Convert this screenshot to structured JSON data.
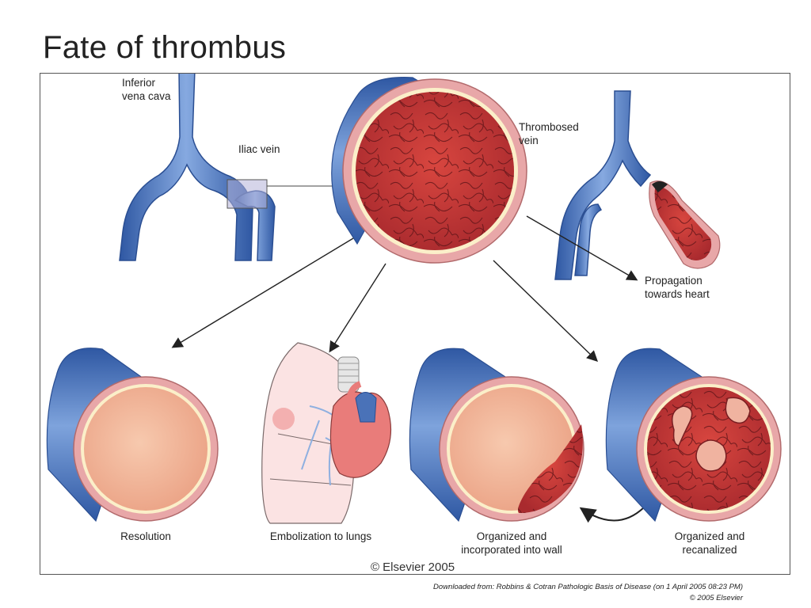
{
  "slide": {
    "title": "Fate of thrombus"
  },
  "labels": {
    "inferior_vena_cava": [
      "Inferior",
      "vena cava"
    ],
    "iliac_vein": "Iliac vein",
    "thrombosed_vein": [
      "Thrombosed",
      "vein"
    ],
    "propagation": [
      "Propagation",
      "towards heart"
    ],
    "resolution": "Resolution",
    "embolization": "Embolization to lungs",
    "organized_wall": [
      "Organized and",
      "incorporated into wall"
    ],
    "organized_recanalized": [
      "Organized and",
      "recanalized"
    ]
  },
  "figure_copyright": "© Elsevier 2005",
  "source": {
    "downloaded": "Downloaded from: Robbins & Cotran Pathologic Basis of Disease (on 1 April 2005 08:23 PM)",
    "copyright": "© 2005 Elsevier"
  },
  "colors": {
    "vein_blue": "#4a72b8",
    "thrombus_red": "#c8353a",
    "lumen_pink": "#f2b49a",
    "wall_pink": "#e8a7a8"
  }
}
